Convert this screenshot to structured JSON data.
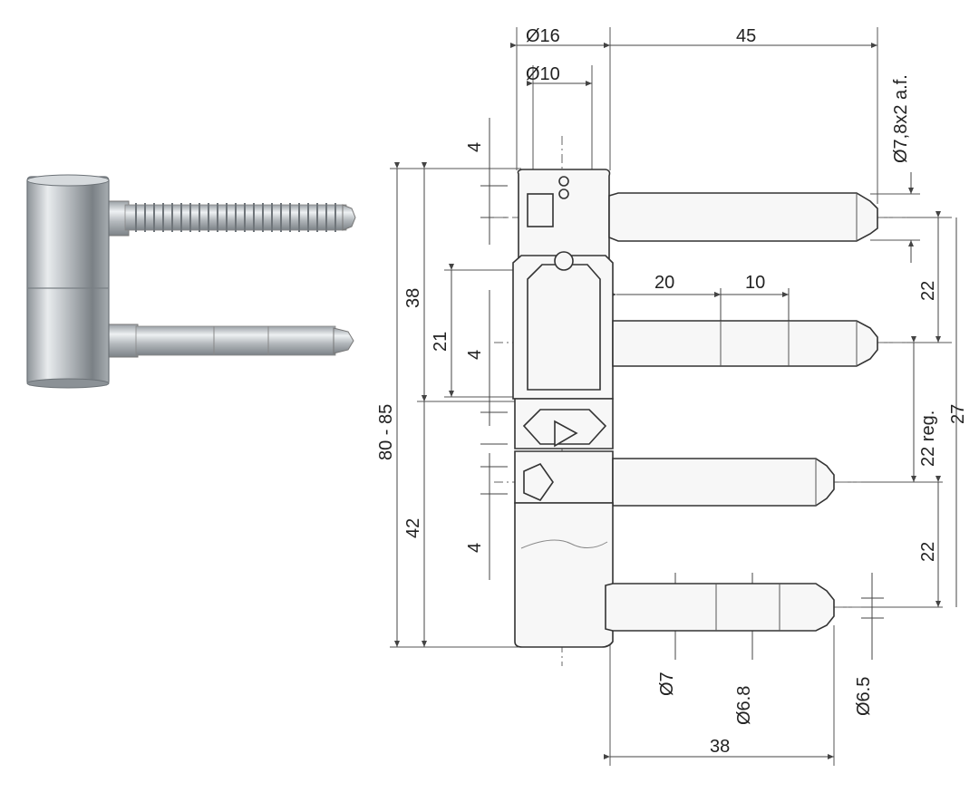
{
  "photo": {
    "caption": ""
  },
  "drawing": {
    "dims": {
      "d16": "Ø16",
      "d10": "Ø10",
      "w45": "45",
      "thread": "Ø7,8x2 a.f.",
      "four_top": "4",
      "h38": "38",
      "h21": "21",
      "four_mid": "4",
      "w20": "20",
      "w10": "10",
      "h80_85": "80 - 85",
      "h42": "42",
      "four_low": "4",
      "r22_top": "22",
      "r22_reg": "22 reg.",
      "r27": "27",
      "r22_bot": "22",
      "d7": "Ø7",
      "d68": "Ø6.8",
      "d65": "Ø6.5",
      "w38": "38"
    }
  }
}
